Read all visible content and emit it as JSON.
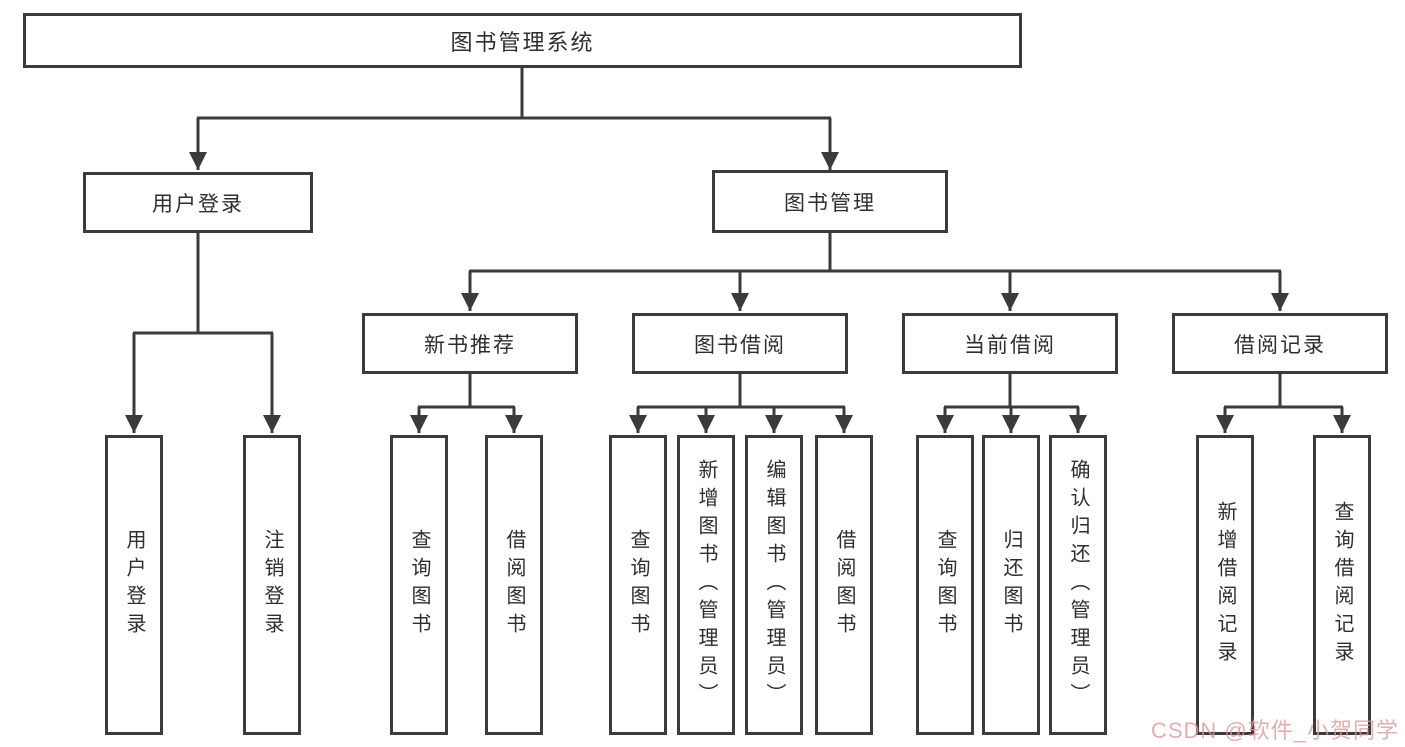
{
  "root": {
    "label": "图书管理系统"
  },
  "level2": [
    {
      "label": "用户登录"
    },
    {
      "label": "图书管理"
    }
  ],
  "level3": [
    {
      "label": "新书推荐"
    },
    {
      "label": "图书借阅"
    },
    {
      "label": "当前借阅"
    },
    {
      "label": "借阅记录"
    }
  ],
  "leaves": {
    "user_login": [
      {
        "label": "用户登录"
      },
      {
        "label": "注销登录"
      }
    ],
    "new_book": [
      {
        "label": "查询图书"
      },
      {
        "label": "借阅图书"
      }
    ],
    "borrow": [
      {
        "label": "查询图书"
      },
      {
        "label": "新增图书（管理员）"
      },
      {
        "label": "编辑图书（管理员）"
      },
      {
        "label": "借阅图书"
      }
    ],
    "current": [
      {
        "label": "查询图书"
      },
      {
        "label": "归还图书"
      },
      {
        "label": "确认归还（管理员）"
      }
    ],
    "record": [
      {
        "label": "新增借阅记录"
      },
      {
        "label": "查询借阅记录"
      }
    ]
  },
  "watermark": {
    "text": "CSDN @软件_小贺同学"
  },
  "colors": {
    "background": "#ffffff",
    "line": "#3b3b3b",
    "box_border": "#3b3b3b",
    "box_fill": "#ffffff",
    "text": "#2e2e2e",
    "watermark": "#de9696"
  }
}
